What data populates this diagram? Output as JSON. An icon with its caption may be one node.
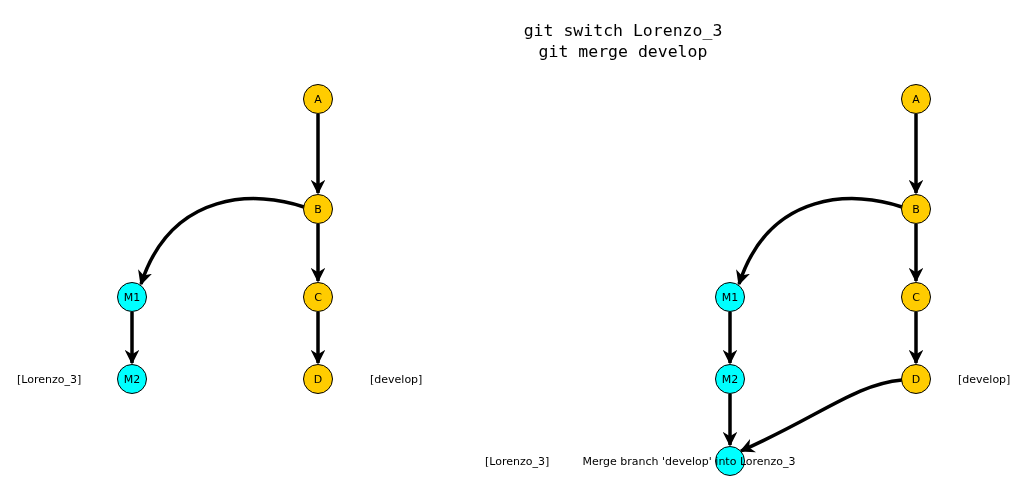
{
  "diagram": {
    "title": "git switch Lorenzo_3 git merge develop",
    "nodes": [
      {
        "text": [
          "A"
        ]
      },
      {
        "text": [
          "B"
        ]
      },
      {
        "text": [
          "M1"
        ]
      },
      {
        "text": [
          "C"
        ]
      },
      {
        "text": [
          "M2"
        ],
        "beside": [
          "[Lorenzo_3]"
        ]
      },
      {
        "text": [
          "D"
        ],
        "beside": [
          "[develop]"
        ]
      },
      {
        "text": [
          "A"
        ]
      },
      {
        "text": [
          "B"
        ]
      },
      {
        "text": [
          "M1"
        ]
      },
      {
        "text": [
          "C"
        ]
      },
      {
        "text": [
          "M2"
        ]
      },
      {
        "text": [
          "D"
        ],
        "beside": [
          "[develop]"
        ]
      },
      {
        "text": [
          "Merge branch 'develop' into Lorenzo_3"
        ]
      }
    ],
    "edges": [
      {
        "from": 0,
        "to": 1,
        "arrow": "to"
      },
      {
        "from": 1,
        "to": 2,
        "arrow": "to"
      },
      {
        "from": 1,
        "to": 3,
        "arrow": "to"
      },
      {
        "from": 2,
        "to": 4,
        "arrow": "to"
      },
      {
        "from": 3,
        "to": 5,
        "arrow": "to"
      },
      {
        "from": 6,
        "to": 7,
        "arrow": "to"
      },
      {
        "from": 7,
        "to": 8,
        "arrow": "to"
      },
      {
        "from": 7,
        "to": 9,
        "arrow": "to"
      },
      {
        "from": 8,
        "to": 10,
        "arrow": "to"
      },
      {
        "from": 9,
        "to": 11,
        "arrow": "to"
      },
      {
        "from": 10,
        "to": 12,
        "arrow": "to"
      },
      {
        "from": 11,
        "to": 12,
        "arrow": "to"
      }
    ],
    "labels": [
      "[Lorenzo_3]"
    ]
  }
}
